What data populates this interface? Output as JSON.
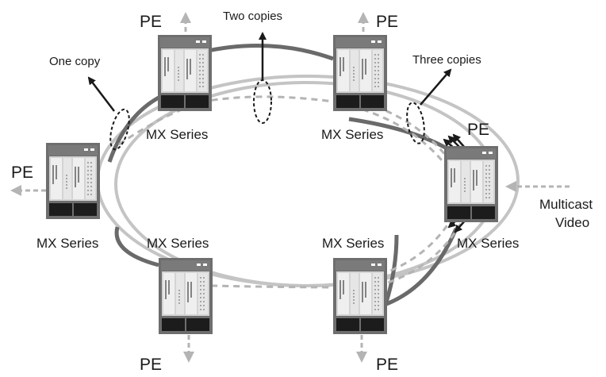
{
  "diagram": {
    "routers": [
      {
        "id": "top-left",
        "label": "MX Series",
        "pe": "PE"
      },
      {
        "id": "top-right",
        "label": "MX Series",
        "pe": "PE"
      },
      {
        "id": "left",
        "label": "MX Series",
        "pe": "PE"
      },
      {
        "id": "right",
        "label": "MX Series",
        "pe": "PE"
      },
      {
        "id": "bottom-left",
        "label": "MX Series",
        "pe": "PE"
      },
      {
        "id": "bottom-right",
        "label": "MX Series",
        "pe": "PE"
      }
    ],
    "annotations": {
      "one_copy": "One copy",
      "two_copies": "Two copies",
      "three_copies": "Three copies"
    },
    "source": {
      "line1": "Multicast",
      "line2": "Video"
    },
    "colors": {
      "ring_light": "#c4c4c4",
      "ring_dark": "#6a6a6a",
      "dashed": "#b4b4b4",
      "chassis_dark": "#6e6e6e",
      "chassis_body": "#d2d2d2",
      "arrow": "#1a1a1a"
    }
  }
}
